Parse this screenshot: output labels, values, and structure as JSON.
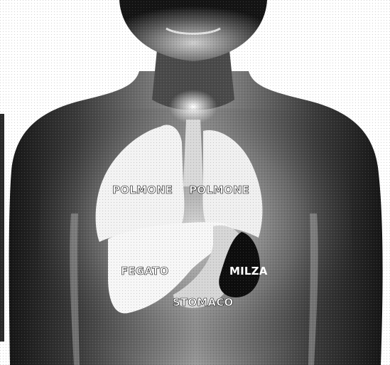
{
  "labels": {
    "lung_left": "POLMONE",
    "lung_right": "POLMONE",
    "liver": "FEGATO",
    "spleen": "MILZA",
    "stomach": "STOMACO"
  },
  "colors": {
    "background": "#ffffff",
    "skin_dark": "#1a1a1a",
    "skin_mid": "#6b6b6b",
    "skin_light": "#c9c9c9",
    "organ_light": "#f4f4f4",
    "organ_mid": "#cfcfcf",
    "spleen": "#0d0d0d",
    "label_on_light": "#ffffff",
    "label_on_dark": "#ffffff"
  }
}
